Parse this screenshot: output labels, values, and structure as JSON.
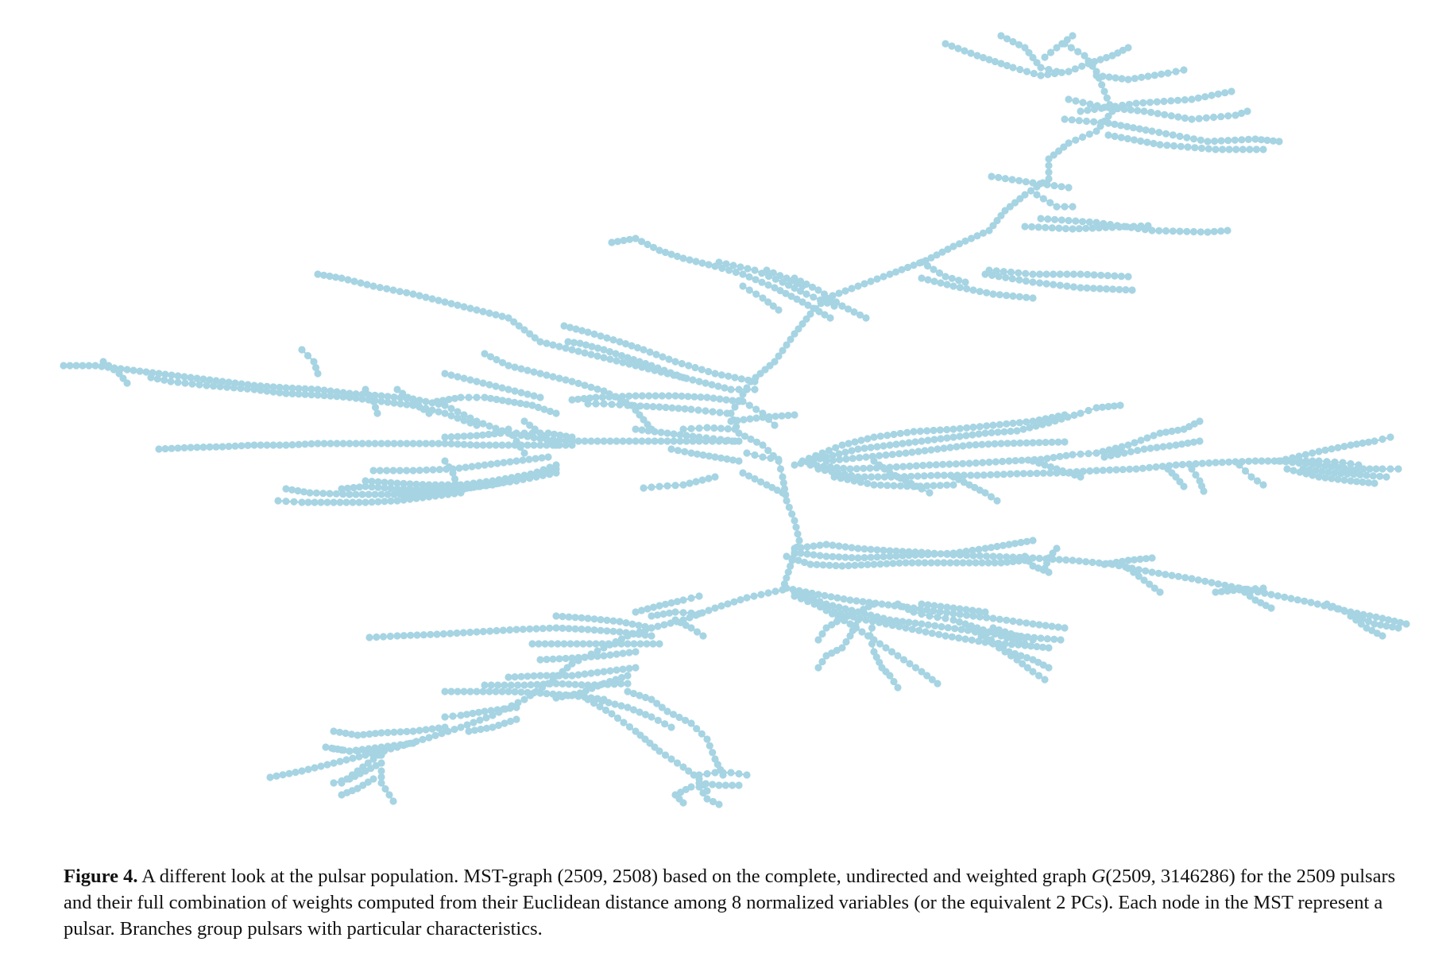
{
  "figure": {
    "node_color": "#a6d4e3"
  },
  "caption": {
    "label": "Figure 4.",
    "text_part1": " A different look at the pulsar population. MST-graph (2509, 2508) based on the complete, undirected and weighted graph ",
    "symbol": "G",
    "text_part2": "(2509, 3146286) for the 2509 pulsars and their full combination of weights computed from their Euclidean distance among 8 normalized variables (or the equivalent 2 PCs). Each node in the MST represent a pulsar. Branches group pulsars with particular characteristics."
  }
}
